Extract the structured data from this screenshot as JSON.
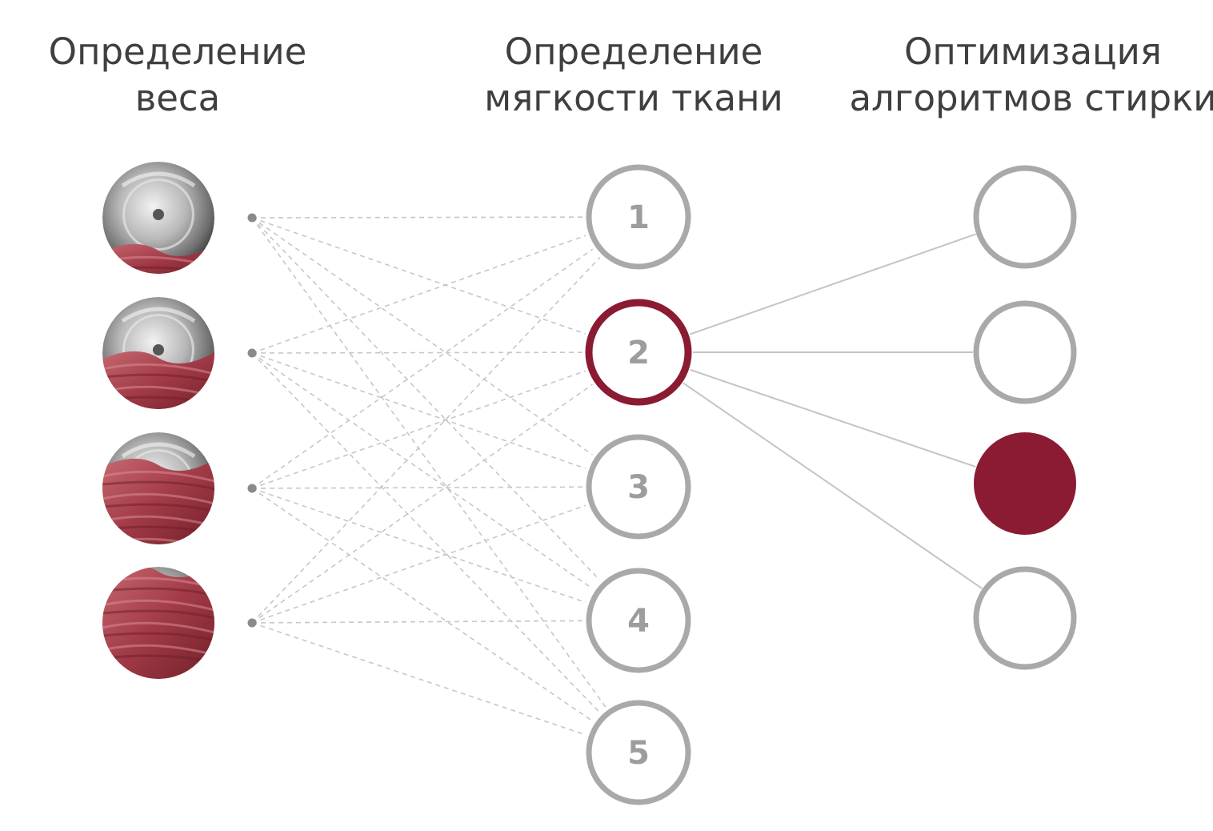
{
  "titles": {
    "weight": [
      "Определение",
      "веса"
    ],
    "softness": [
      "Определение",
      "мягкости ткани"
    ],
    "optimization": [
      "Оптимизация",
      "алгоритмов стирки"
    ]
  },
  "weight_levels": [
    {
      "name": "weight-level-1",
      "fill_fraction": 0.25
    },
    {
      "name": "weight-level-2",
      "fill_fraction": 0.5
    },
    {
      "name": "weight-level-3",
      "fill_fraction": 0.75
    },
    {
      "name": "weight-level-4",
      "fill_fraction": 1.0
    }
  ],
  "softness_nodes": [
    "1",
    "2",
    "3",
    "4",
    "5"
  ],
  "selected_softness": "2",
  "optimization_nodes": 4,
  "selected_optimization_index": 2,
  "colors": {
    "accent": "#8b1a33",
    "fabric": "#b04a55",
    "fabric_dark": "#6e1e28",
    "drum": "#b8b8b8",
    "ring": "#a9a9a9",
    "dashed": "#c7c7c7",
    "solid": "#c4c4c4",
    "dot": "#8a8a8a",
    "text": "#3f3f3f"
  },
  "icons": {
    "weight_image": "washing-drum-with-red-laundry-icon"
  }
}
